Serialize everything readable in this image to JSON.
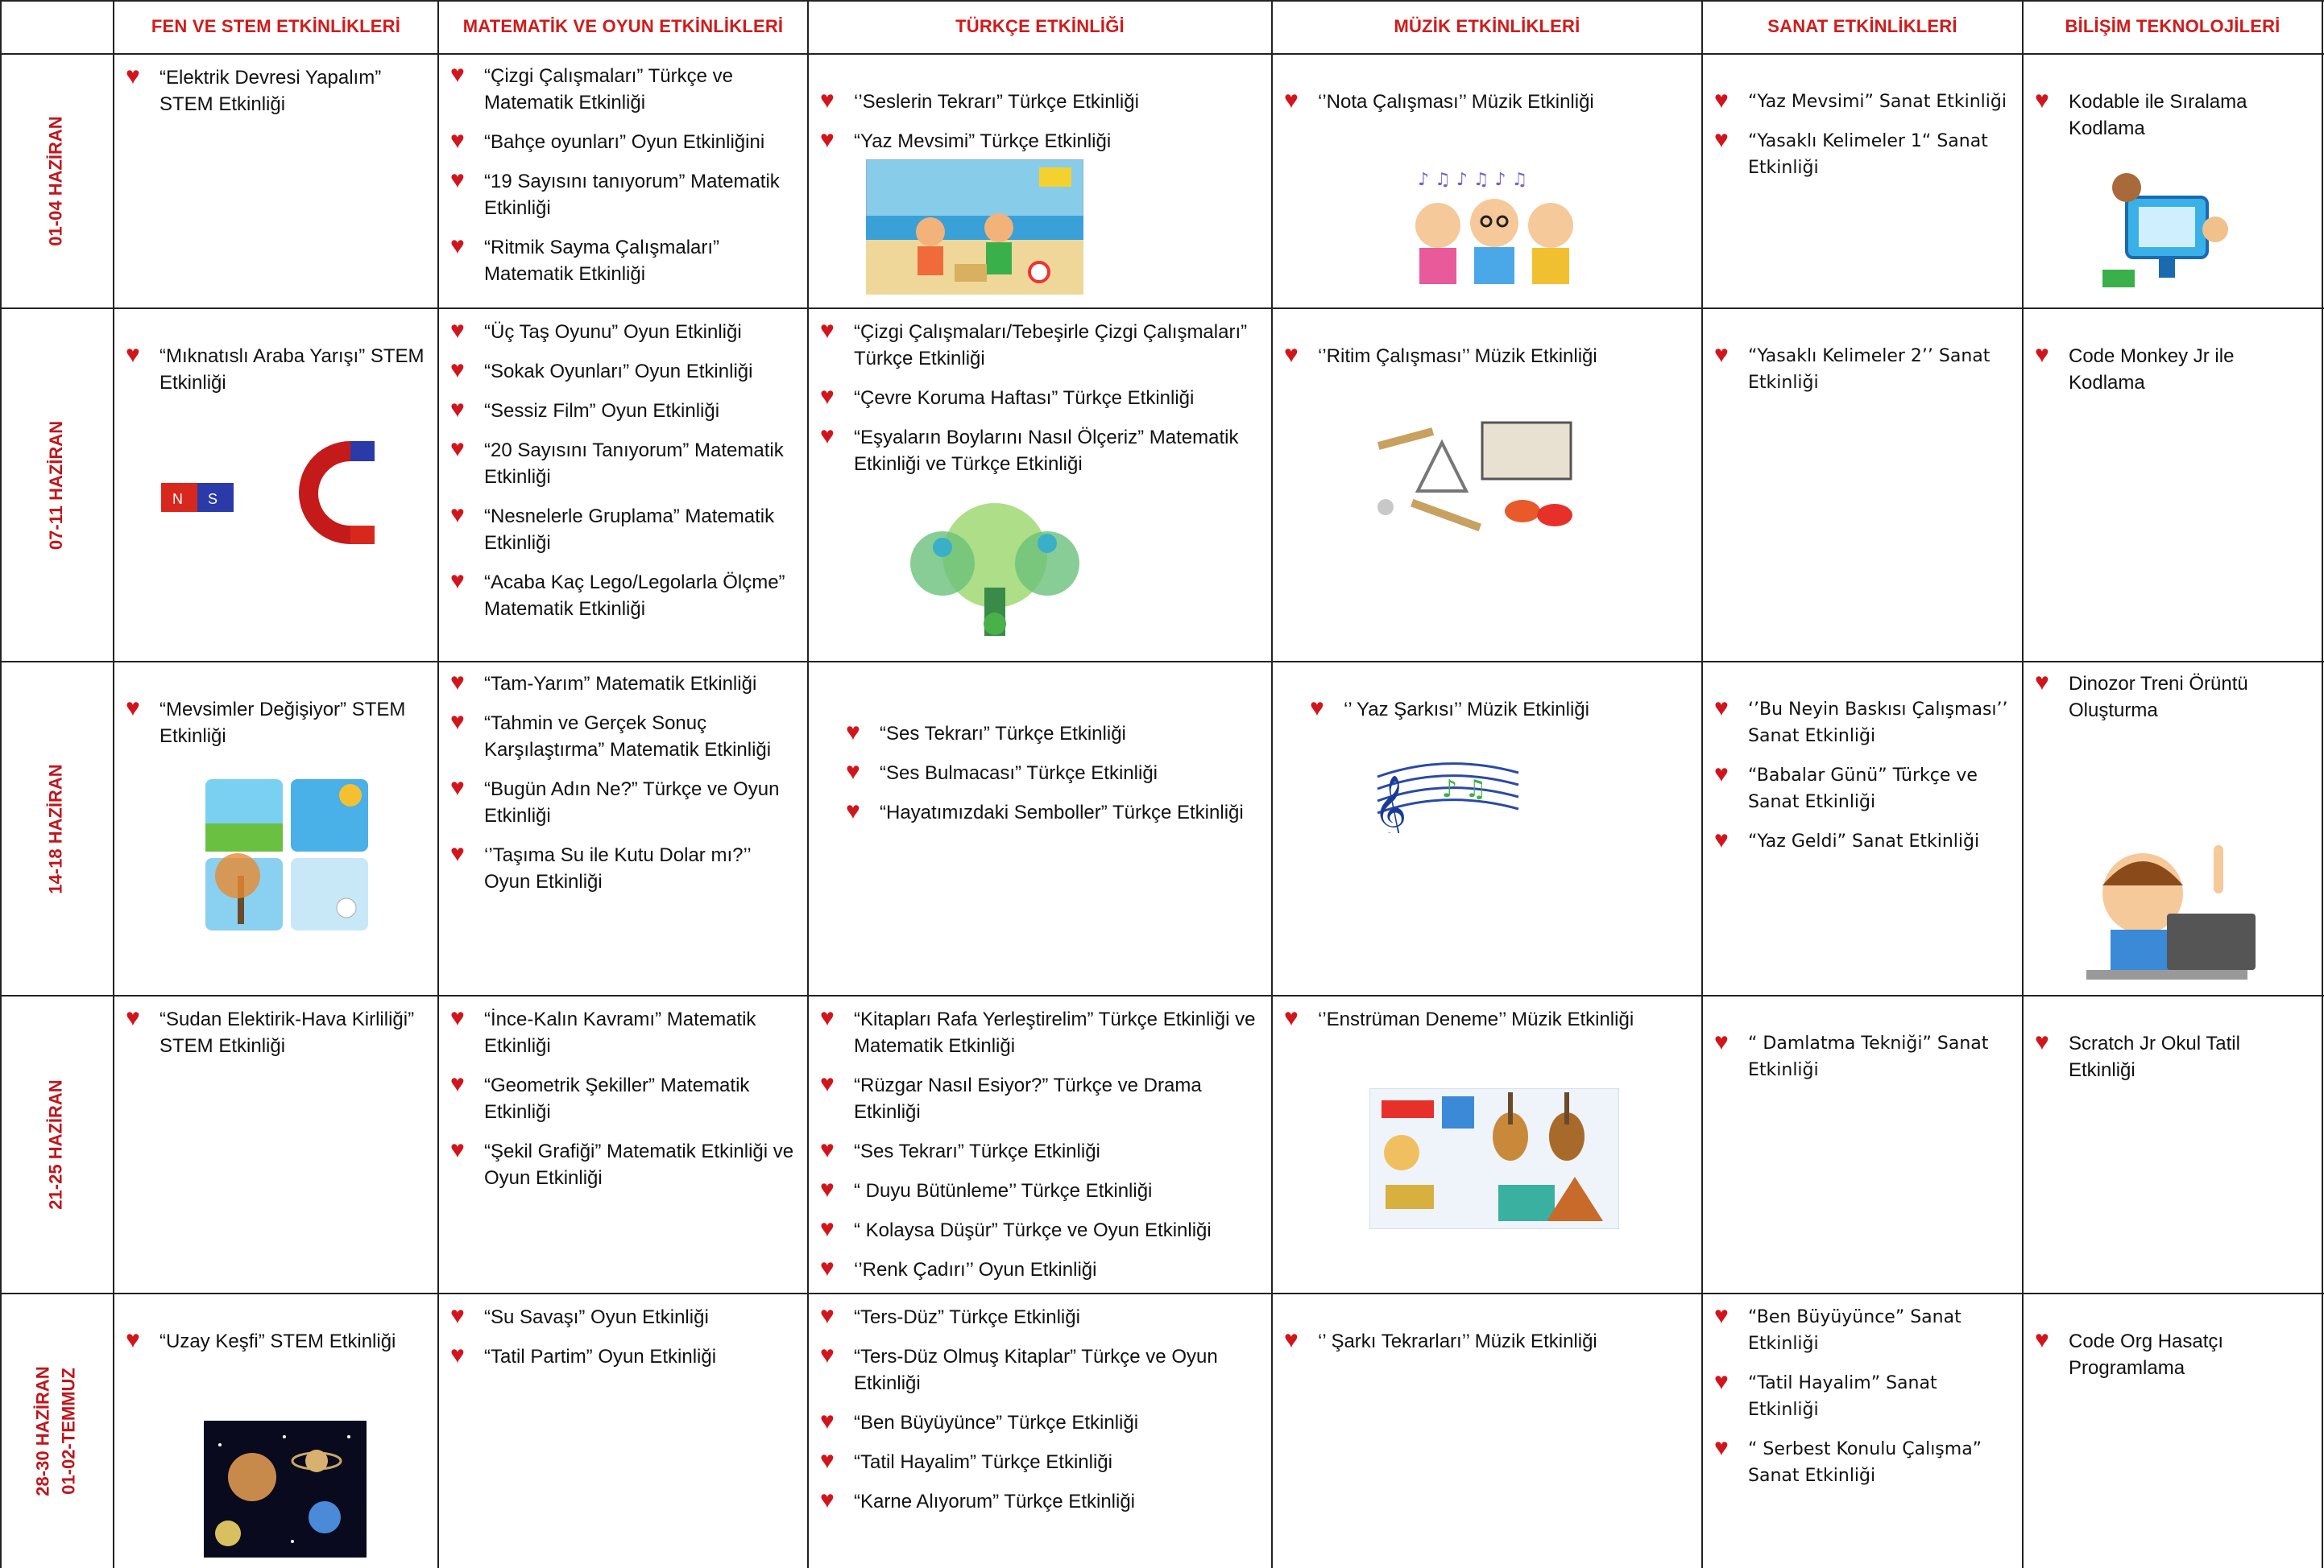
{
  "headers": [
    "FEN VE STEM ETKİNLİKLERİ",
    "MATEMATİK VE OYUN ETKİNLİKLERİ",
    "TÜRKÇE ETKİNLİĞİ",
    "MÜZİK ETKİNLİKLERİ",
    "SANAT ETKİNLİKLERİ",
    "BİLİŞİM TEKNOLOJİLERİ"
  ],
  "weeks": [
    {
      "label": "01-04 HAZİRAN",
      "fen": [
        "“Elektrik Devresi Yapalım” STEM Etkinliği"
      ],
      "mat": [
        "“Çizgi Çalışmaları” Türkçe ve Matematik Etkinliği",
        "“Bahçe oyunları” Oyun Etkinliğini",
        "“19 Sayısını tanıyorum” Matematik Etkinliği",
        "“Ritmik Sayma Çalışmaları” Matematik Etkinliği"
      ],
      "tur": [
        "‘’Seslerin Tekrarı” Türkçe Etkinliği",
        "“Yaz Mevsimi” Türkçe Etkinliği"
      ],
      "muz": [
        "‘’Nota Çalışması’’ Müzik Etkinliği"
      ],
      "san": [
        "“Yaz Mevsimi” Sanat Etkinliği",
        "“Yasaklı Kelimeler 1“ Sanat Etkinliği"
      ],
      "bil": [
        "Kodable ile Sıralama Kodlama"
      ]
    },
    {
      "label": "07-11 HAZİRAN",
      "fen": [
        "“Mıknatıslı Araba Yarışı” STEM Etkinliği"
      ],
      "mat": [
        "“Üç Taş Oyunu” Oyun Etkinliği",
        "“Sokak Oyunları” Oyun Etkinliği",
        "“Sessiz Film” Oyun Etkinliği",
        "“20 Sayısını Tanıyorum” Matematik Etkinliği",
        "“Nesnelerle Gruplama” Matematik Etkinliği",
        "“Acaba Kaç Lego/Legolarla Ölçme” Matematik Etkinliği"
      ],
      "tur": [
        "“Çizgi Çalışmaları/Tebeşirle Çizgi Çalışmaları” Türkçe Etkinliği",
        "“Çevre Koruma Haftası” Türkçe Etkinliği",
        "“Eşyaların Boylarını Nasıl Ölçeriz” Matematik Etkinliği ve Türkçe Etkinliği"
      ],
      "muz": [
        "‘’Ritim Çalışması’’ Müzik Etkinliği"
      ],
      "san": [
        "“Yasaklı Kelimeler 2’’ Sanat Etkinliği"
      ],
      "bil": [
        "Code Monkey Jr ile Kodlama"
      ]
    },
    {
      "label": "14-18 HAZİRAN",
      "fen": [
        "“Mevsimler Değişiyor” STEM Etkinliği"
      ],
      "mat": [
        "“Tam-Yarım” Matematik Etkinliği",
        "“Tahmin ve Gerçek Sonuç Karşılaştırma” Matematik Etkinliği",
        "“Bugün Adın Ne?” Türkçe ve Oyun Etkinliği",
        "‘’Taşıma Su ile Kutu Dolar mı?’’ Oyun Etkinliği"
      ],
      "tur": [
        "“Ses Tekrarı” Türkçe Etkinliği",
        "“Ses Bulmacası” Türkçe Etkinliği",
        "“Hayatımızdaki Semboller” Türkçe Etkinliği"
      ],
      "muz": [
        "‘’ Yaz Şarkısı’’ Müzik Etkinliği"
      ],
      "san": [
        "‘’Bu Neyin Baskısı Çalışması’’ Sanat Etkinliği",
        "“Babalar Günü” Türkçe ve Sanat Etkinliği",
        "“Yaz Geldi” Sanat Etkinliği"
      ],
      "bil": [
        "Dinozor Treni Örüntü Oluşturma"
      ]
    },
    {
      "label": "21-25 HAZİRAN",
      "fen": [
        "“Sudan Elektirik-Hava Kirliliği” STEM Etkinliği"
      ],
      "mat": [
        "“İnce-Kalın Kavramı” Matematik Etkinliği",
        "“Geometrik Şekiller” Matematik Etkinliği",
        "“Şekil Grafiği” Matematik Etkinliği ve Oyun Etkinliği"
      ],
      "tur": [
        "“Kitapları Rafa Yerleştirelim” Türkçe Etkinliği ve Matematik Etkinliği",
        "“Rüzgar Nasıl Esiyor?” Türkçe ve Drama Etkinliği",
        "“Ses Tekrarı” Türkçe Etkinliği",
        "“ Duyu Bütünleme’’ Türkçe Etkinliği",
        "“ Kolaysa Düşür” Türkçe ve Oyun Etkinliği",
        "‘’Renk Çadırı’’ Oyun Etkinliği"
      ],
      "muz": [
        "‘’Enstrüman Deneme’’ Müzik Etkinliği"
      ],
      "san": [
        "“ Damlatma Tekniği” Sanat Etkinliği"
      ],
      "bil": [
        "Scratch Jr Okul Tatil Etkinliği"
      ]
    },
    {
      "label": "28-30 HAZİRAN",
      "label2": "01-02-TEMMUZ",
      "fen": [
        "“Uzay Keşfi” STEM Etkinliği"
      ],
      "mat": [
        "“Su Savaşı” Oyun Etkinliği",
        "“Tatil Partim” Oyun Etkinliği"
      ],
      "tur": [
        "“Ters-Düz” Türkçe Etkinliği",
        "“Ters-Düz Olmuş Kitaplar” Türkçe ve Oyun Etkinliği",
        "“Ben Büyüyünce” Türkçe Etkinliği",
        "“Tatil Hayalim” Türkçe Etkinliği",
        "“Karne Alıyorum” Türkçe Etkinliği"
      ],
      "muz": [
        "‘’ Şarkı Tekrarları’’ Müzik Etkinliği"
      ],
      "san": [
        "“Ben Büyüyünce” Sanat Etkinliği",
        "“Tatil Hayalim” Sanat Etkinliği",
        "“ Serbest Konulu Çalışma” Sanat Etkinliği"
      ],
      "bil": [
        "Code Org Hasatçı Programlama"
      ]
    }
  ],
  "colors": {
    "accent": "#d21a1a",
    "heart": "#d0161c",
    "grid": "#222222"
  }
}
